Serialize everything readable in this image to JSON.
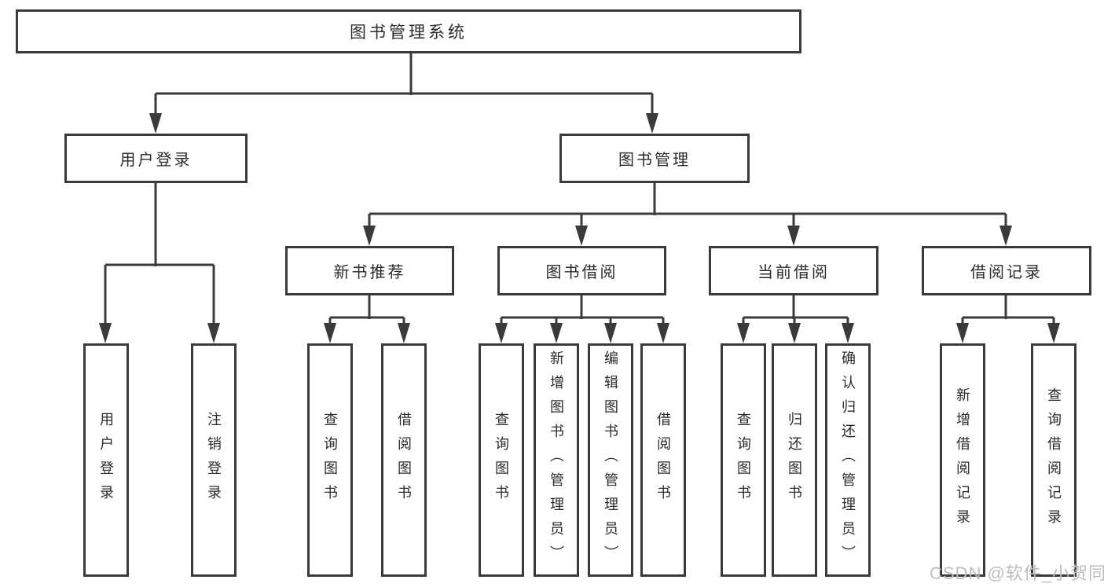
{
  "colors": {
    "line": "#3a3a3a",
    "box_border": "#3a3a3a",
    "text": "#2b2b2b",
    "watermark": "#bdbdbd",
    "background": "#ffffff"
  },
  "watermark": "CSDN @软件_小贺同学",
  "tree": {
    "root": "图书管理系统",
    "branches": [
      {
        "label": "用户登录",
        "children": [
          "用户登录",
          "注销登录"
        ]
      },
      {
        "label": "图书管理",
        "groups": [
          {
            "label": "新书推荐",
            "children": [
              "查询图书",
              "借阅图书"
            ]
          },
          {
            "label": "图书借阅",
            "children": [
              "查询图书",
              "新增图书（管理员）",
              "编辑图书（管理员）",
              "借阅图书"
            ]
          },
          {
            "label": "当前借阅",
            "children": [
              "查询图书",
              "归还图书",
              "确认归还（管理员）"
            ]
          },
          {
            "label": "借阅记录",
            "children": [
              "新增借阅记录",
              "查询借阅记录"
            ]
          }
        ]
      }
    ]
  }
}
